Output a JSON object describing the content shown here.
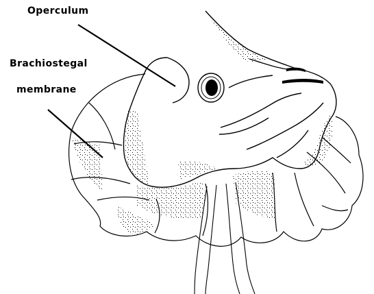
{
  "labels": {
    "operculum": "Operculum",
    "brachiostegal_line1": "Brachiostegal",
    "brachiostegal_line2": "membrane"
  },
  "colors": {
    "line": "#000000",
    "background": "#ffffff"
  }
}
